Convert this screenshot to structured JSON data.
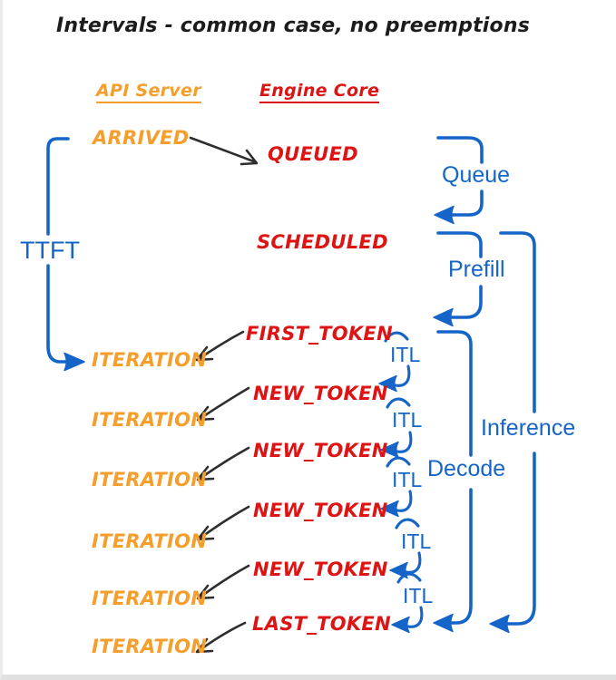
{
  "title": "Intervals - common case, no preemptions",
  "columns": {
    "api_server": "API Server",
    "engine_core": "Engine Core"
  },
  "events": {
    "arrived": "ARRIVED",
    "queued": "QUEUED",
    "scheduled": "SCHEDULED",
    "first_token": "FIRST_TOKEN",
    "new_token": "NEW_TOKEN",
    "last_token": "LAST_TOKEN",
    "iteration": "ITERATION"
  },
  "intervals": {
    "ttft": "TTFT",
    "queue": "Queue",
    "prefill": "Prefill",
    "itl": "ITL",
    "decode": "Decode",
    "inference": "Inference"
  },
  "colors": {
    "api_server_orange": "#F59E2B",
    "engine_core_red": "#DE1414",
    "interval_blue": "#1565C8",
    "arrow_black": "#2E2E2E",
    "title_black": "#1C1C1C"
  }
}
